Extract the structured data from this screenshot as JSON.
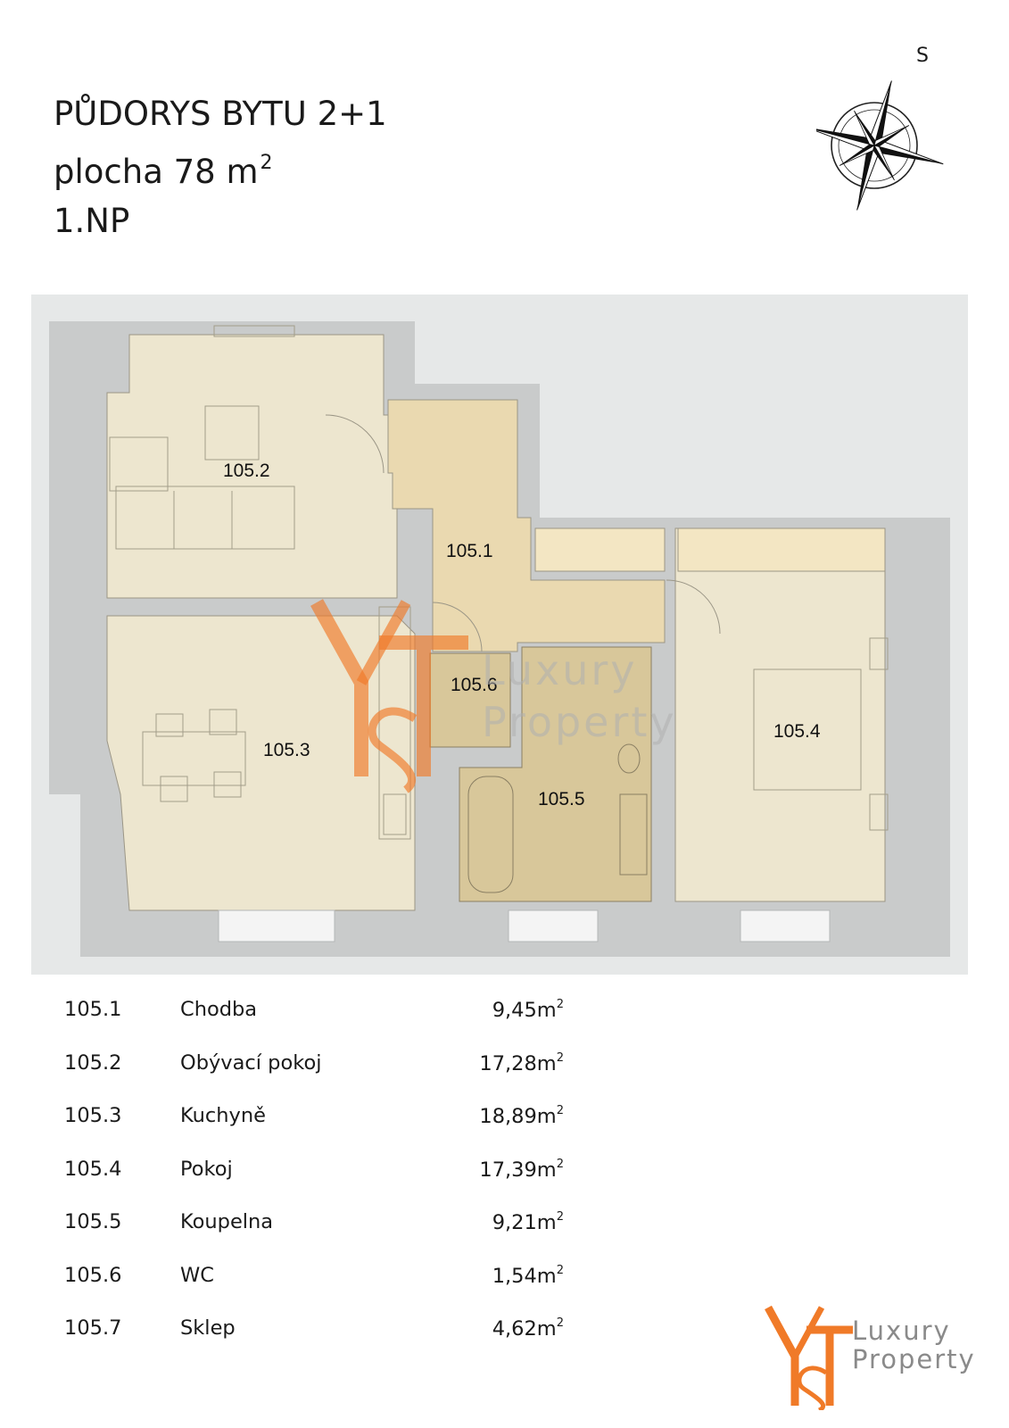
{
  "title": {
    "line1": "PŮDORYS BYTU 2+1",
    "line2": "plocha  78 m",
    "line2_sup": "2",
    "line3": "1.NP"
  },
  "compass": {
    "label": "S"
  },
  "rooms": [
    {
      "id": "105.1"
    },
    {
      "id": "105.2"
    },
    {
      "id": "105.3"
    },
    {
      "id": "105.4"
    },
    {
      "id": "105.5"
    },
    {
      "id": "105.6"
    }
  ],
  "watermark": {
    "line1": "Luxury",
    "line2": "Property"
  },
  "legend": [
    {
      "num": "105.1",
      "name": "Chodba",
      "area": "9,45m",
      "unit_sup": "2"
    },
    {
      "num": "105.2",
      "name": "Obývací pokoj",
      "area": "17,28m",
      "unit_sup": "2"
    },
    {
      "num": "105.3",
      "name": "Kuchyně",
      "area": "18,89m",
      "unit_sup": "2"
    },
    {
      "num": "105.4",
      "name": "Pokoj",
      "area": "17,39m",
      "unit_sup": "2"
    },
    {
      "num": "105.5",
      "name": "Koupelna",
      "area": "9,21m",
      "unit_sup": "2"
    },
    {
      "num": "105.6",
      "name": "WC",
      "area": "1,54m",
      "unit_sup": "2"
    },
    {
      "num": "105.7",
      "name": "Sklep",
      "area": "4,62m",
      "unit_sup": "2"
    }
  ],
  "logo": {
    "line1": "Luxury",
    "line2": "Property"
  },
  "colors": {
    "wall": "#c9cbcb",
    "room_light": "#ede6cf",
    "room_corridor": "#ead9b0",
    "room_bath": "#d8c79a",
    "brand_orange": "#f07a28",
    "brand_gray": "#8a8a8a"
  }
}
